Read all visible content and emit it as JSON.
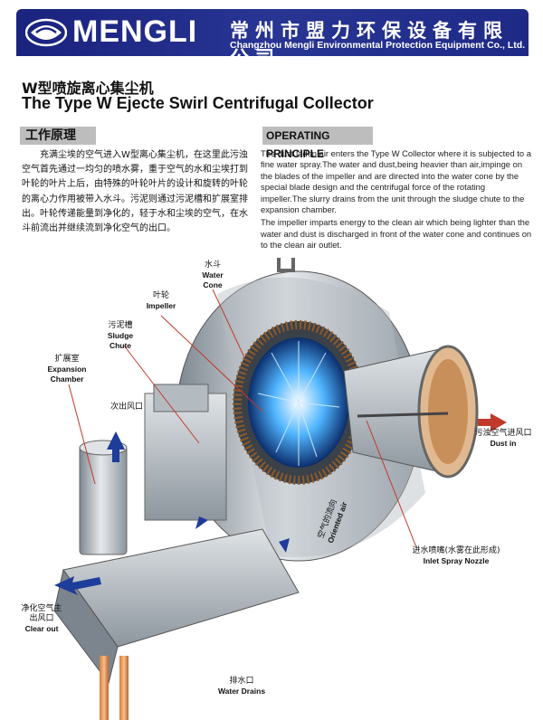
{
  "header": {
    "brand": "MENGLI",
    "company_cn": "常州市盟力环保设备有限公司",
    "company_en": "Changzhou Mengli Environmental Protection Equipment Co., Ltd."
  },
  "title": {
    "cn": "W型喷旋离心集尘机",
    "en": "The Type W Ejecte Swirl Centrifugal Collector"
  },
  "section": {
    "cn_heading": "工作原理",
    "en_heading": "OPERATING PRINCIPLE",
    "cn_body": "充满尘埃的空气进入W型离心集尘机，在这里此污浊空气首先通过一均匀的喷水雾，重于空气的水和尘埃打到叶轮的叶片上后，由特殊的叶轮叶片的设计和旋转的叶轮的离心力作用被带入水斗。污泥则通过污泥槽和扩展室排出。叶轮传递能量到净化的，轻于水和尘埃的空气，在水斗前流出并继续流到净化空气的出口。",
    "en_p1": "The dust laden air enters the Type W Collector where it is subjected to a fine water spray.The water and dust,being heavier than air,impinge on the blades of the impeller and are directed into the water cone by the special blade design and the centrifugal force of the rotating impeller.The slurry drains from the unit through the sludge chute to the expansion chamber.",
    "en_p2": "The impeller imparts energy to the clean air which being lighter than the water and dust is discharged in front of the water cone and continues on to the clean air outlet."
  },
  "labels": {
    "water_cone": {
      "cn": "水斗",
      "en": "Water Cone"
    },
    "impeller": {
      "cn": "叶轮",
      "en": "Impeller"
    },
    "sludge_chute": {
      "cn": "污泥槽",
      "en": "Sludge Chute"
    },
    "expansion_chamber": {
      "cn": "扩展室",
      "en": "Expansion Chamber"
    },
    "secondary_outlet": {
      "cn": "次出风口"
    },
    "dust_in": {
      "cn": "污浊空气进风口",
      "en": "Dust in"
    },
    "oriented_air": {
      "cn": "空气的流向",
      "en": "Oriented air"
    },
    "inlet_spray_nozzle": {
      "cn": "进水喷嘴(水雾在此形成)",
      "en": "Inlet Spray Nozzle"
    },
    "clear_out": {
      "cn": "净化空气主出风口",
      "en": "Clear out"
    },
    "water_drains": {
      "cn": "排水口",
      "en": "Water Drains"
    }
  },
  "colors": {
    "header_bg": "#1a237e",
    "arrow_blue": "#1e3c9a",
    "arrow_red": "#c0392b",
    "spray_blue": "#3fa9f5",
    "label_red_line": "#c0392b"
  }
}
